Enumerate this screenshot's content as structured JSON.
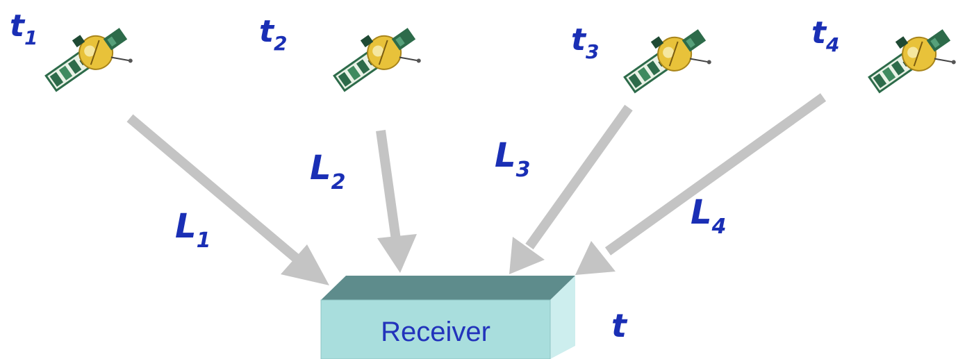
{
  "satellites": [
    {
      "time_base": "t",
      "time_sub": "1",
      "path_base": "L",
      "path_sub": "1"
    },
    {
      "time_base": "t",
      "time_sub": "2",
      "path_base": "L",
      "path_sub": "2"
    },
    {
      "time_base": "t",
      "time_sub": "3",
      "path_base": "L",
      "path_sub": "3"
    },
    {
      "time_base": "t",
      "time_sub": "4",
      "path_base": "L",
      "path_sub": "4"
    }
  ],
  "receiver": {
    "label": "Receiver",
    "time_label": "t"
  },
  "colors": {
    "label_blue": "#1a2fb5",
    "arrow_gray": "#c4c4c4",
    "receiver_front": "#a9dedd",
    "receiver_top": "#5e8c8c",
    "receiver_side": "#cdeeee",
    "satellite_panel_green": "#2d6b4a",
    "satellite_body_gold": "#e8c23a"
  },
  "icons": [
    "satellite-icon"
  ]
}
